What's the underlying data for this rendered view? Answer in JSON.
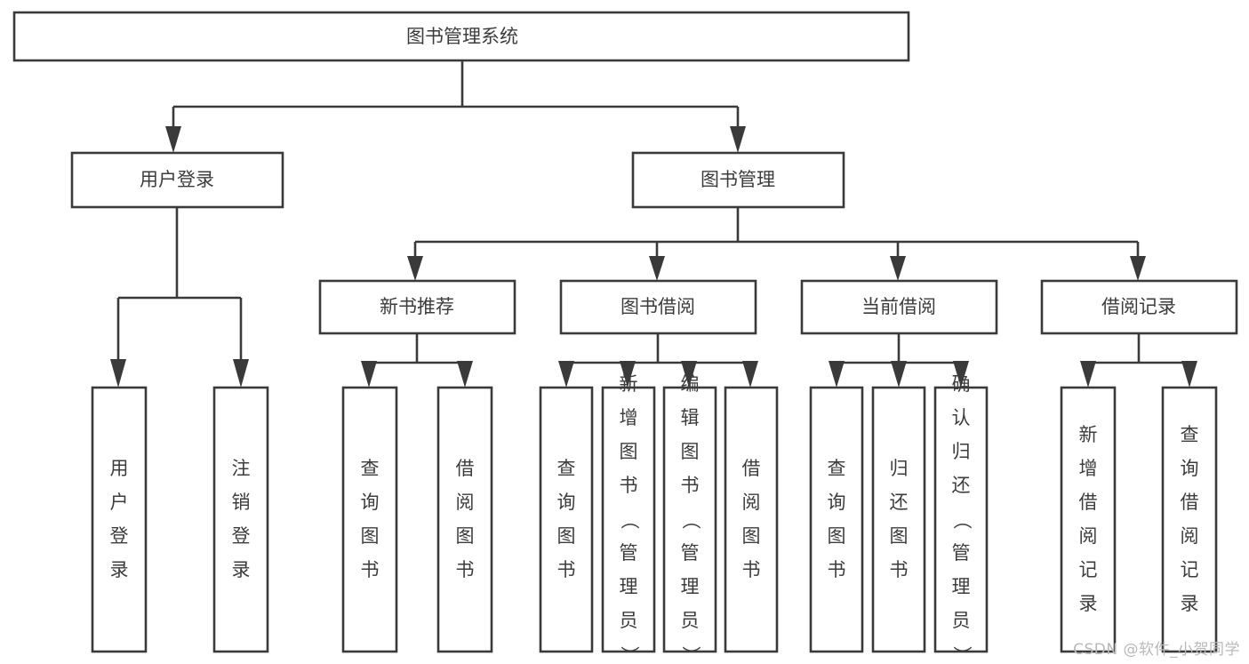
{
  "diagram": {
    "title": "图书管理系统",
    "type": "tree-hierarchy-diagram",
    "style": {
      "background": "#ffffff",
      "box_fill": "#ffffff",
      "box_stroke": "#3a3a3a",
      "text_color": "#3c3c3c",
      "connector_color": "#3a3a3a",
      "watermark_color": "#b9b9b9"
    },
    "root": {
      "label": "图书管理系统",
      "orientation": "horizontal"
    },
    "level2": [
      {
        "label": "用户登录",
        "orientation": "horizontal"
      },
      {
        "label": "图书管理",
        "orientation": "horizontal"
      }
    ],
    "level3": [
      {
        "label": "新书推荐",
        "orientation": "horizontal",
        "parent": "图书管理"
      },
      {
        "label": "图书借阅",
        "orientation": "horizontal",
        "parent": "图书管理"
      },
      {
        "label": "当前借阅",
        "orientation": "horizontal",
        "parent": "图书管理"
      },
      {
        "label": "借阅记录",
        "orientation": "horizontal",
        "parent": "图书管理"
      }
    ],
    "leaves": {
      "用户登录": [
        {
          "label": "用户登录",
          "orientation": "vertical"
        },
        {
          "label": "注销登录",
          "orientation": "vertical"
        }
      ],
      "新书推荐": [
        {
          "label": "查询图书",
          "orientation": "vertical"
        },
        {
          "label": "借阅图书",
          "orientation": "vertical"
        }
      ],
      "图书借阅": [
        {
          "label": "查询图书",
          "orientation": "vertical"
        },
        {
          "label": "新增图书（管理员）",
          "orientation": "vertical"
        },
        {
          "label": "编辑图书（管理员）",
          "orientation": "vertical"
        },
        {
          "label": "借阅图书",
          "orientation": "vertical"
        }
      ],
      "当前借阅": [
        {
          "label": "查询图书",
          "orientation": "vertical"
        },
        {
          "label": "归还图书",
          "orientation": "vertical"
        },
        {
          "label": "确认归还（管理员）",
          "orientation": "vertical"
        }
      ],
      "借阅记录": [
        {
          "label": "新增借阅记录",
          "orientation": "vertical"
        },
        {
          "label": "查询借阅记录",
          "orientation": "vertical"
        }
      ]
    }
  },
  "watermark": {
    "text": "CSDN @软件_小贺同学"
  }
}
